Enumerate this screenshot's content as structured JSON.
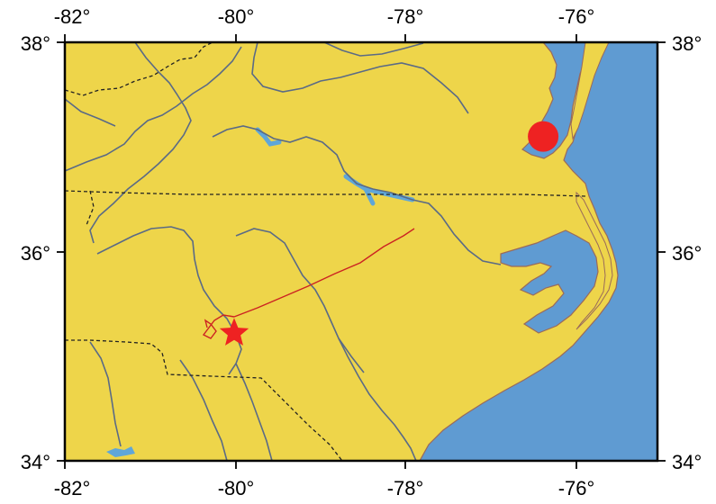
{
  "map": {
    "top_axis": {
      "labels": [
        "-82°",
        "-80°",
        "-78°",
        "-76°"
      ]
    },
    "bottom_axis": {
      "labels": [
        "-82°",
        "-80°",
        "-78°",
        "-76°"
      ]
    },
    "left_axis": {
      "labels": [
        "38°",
        "36°",
        "34°"
      ]
    },
    "right_axis": {
      "labels": [
        "38°",
        "36°",
        "34°"
      ]
    },
    "extent": {
      "lon_min": -82,
      "lon_max": -75,
      "lat_min": 34,
      "lat_max": 38
    },
    "colors": {
      "land": "#eed54a",
      "water": "#5f9bd2",
      "river": "#5a6a86",
      "coast": "#9a6a5a",
      "state_border": "#222222",
      "marker": "#ee2222",
      "track": "#cc2222",
      "lake": "#5fa6d8"
    },
    "markers": [
      {
        "type": "star-icon",
        "lon": -80.0,
        "lat": 35.22
      },
      {
        "type": "circle-icon",
        "lon": -76.35,
        "lat": 37.1
      }
    ]
  }
}
